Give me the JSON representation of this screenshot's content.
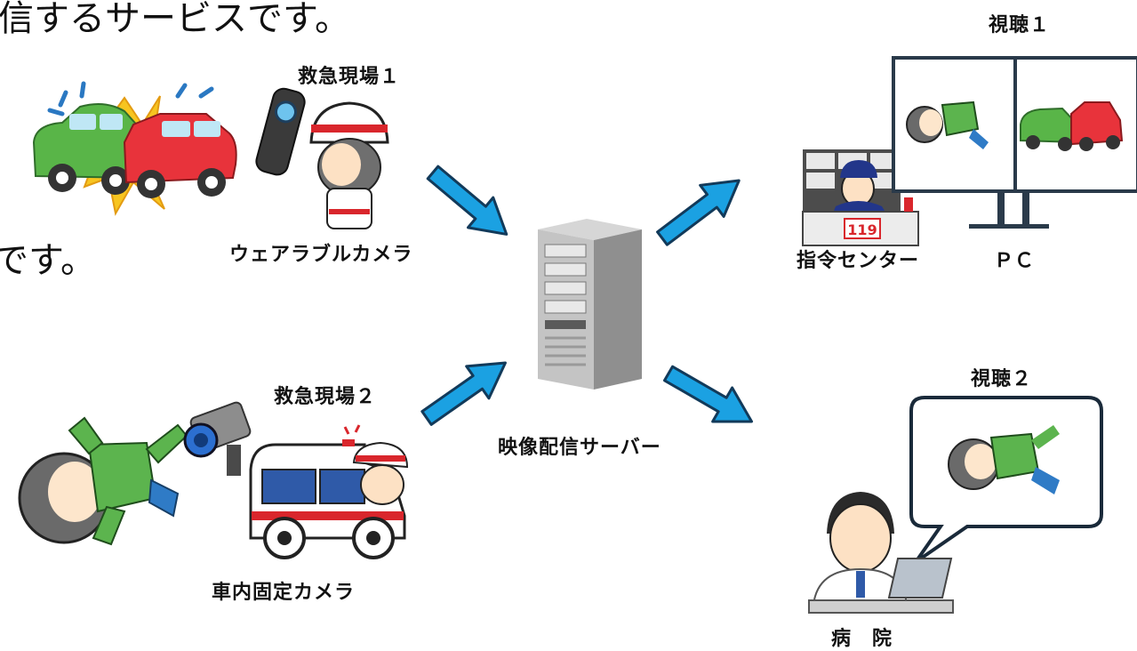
{
  "intro": {
    "line1_fragment": "信するサービスです。",
    "line2_fragment": "です。"
  },
  "labels": {
    "scene1": "救急現場１",
    "wearable": "ウェアラブルカメラ",
    "scene2": "救急現場２",
    "vehicle_cam": "車内固定カメラ",
    "server": "映像配信サーバー",
    "viewer1": "視聴１",
    "command_center": "指令センター",
    "pc": "ＰＣ",
    "viewer2": "視聴２",
    "hospital": "病　院",
    "center_sign": "119"
  },
  "colors": {
    "arrow": "#1ba1e2",
    "arrow_stroke": "#123a5a",
    "ambulance_red": "#d9262c",
    "car_green": "#59b548",
    "car_red": "#e8333b",
    "shirt_green": "#5cb44e"
  }
}
